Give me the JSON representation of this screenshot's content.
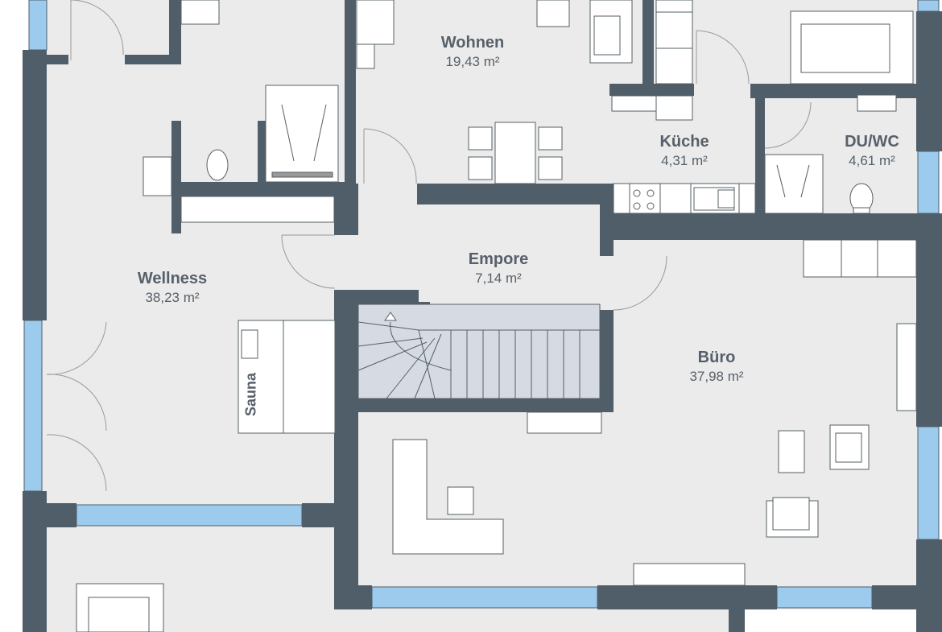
{
  "colors": {
    "wall": "#4f5e69",
    "floor": "#ebebeb",
    "window": "#9dcbee",
    "furniture": "#ffffff",
    "line": "#555f66"
  },
  "rooms": [
    {
      "name": "Wohnen",
      "area": "19,43 m²"
    },
    {
      "name": "Küche",
      "area": "4,31 m²"
    },
    {
      "name": "DU/WC",
      "area": "4,61 m²"
    },
    {
      "name": "Wellness",
      "area": "38,23 m²"
    },
    {
      "name": "Empore",
      "area": "7,14 m²"
    },
    {
      "name": "Büro",
      "area": "37,98 m²"
    }
  ],
  "sauna_label": "Sauna"
}
